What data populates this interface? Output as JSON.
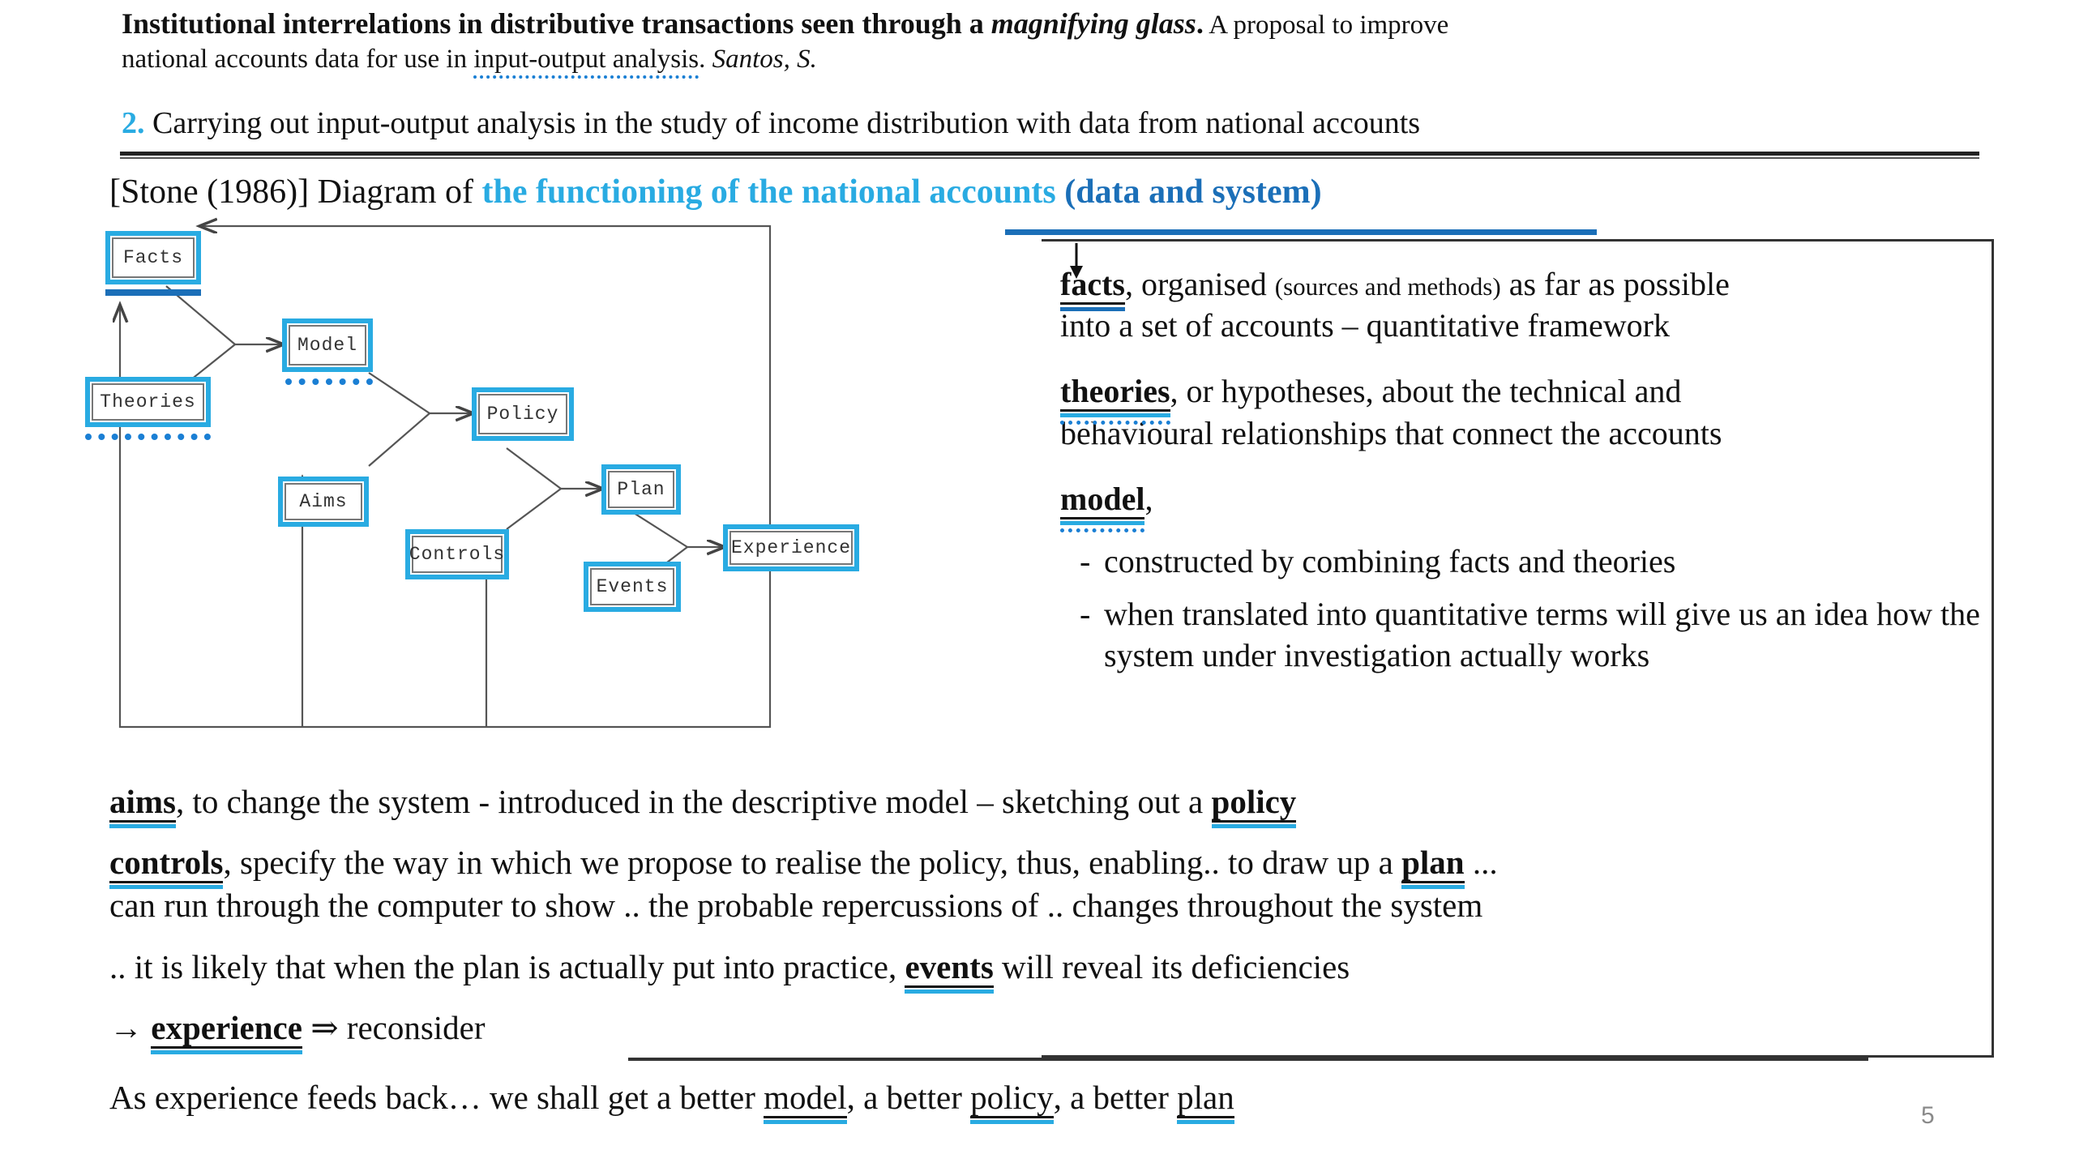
{
  "header": {
    "title_bold": "Institutional interrelations in distributive transactions seen through a ",
    "title_italic": "magnifying glass",
    "title_bold_end": ".",
    "subtitle_a": " A proposal to improve",
    "subtitle_b": "national accounts data for use in ",
    "subtitle_underlined": "input-output analysis",
    "subtitle_c": ". ",
    "author": "Santos, S.",
    "section_number": "2.",
    "section_text": " Carrying out input-output analysis in the study of income distribution with data from national accounts"
  },
  "stone_line": {
    "prefix": "[Stone (1986)] Diagram of ",
    "highlight": "the functioning of the national accounts",
    "highlight_dark": " (data and system)"
  },
  "diagram": {
    "type": "flow-diagram",
    "nodes": [
      {
        "id": "facts",
        "label": "Facts",
        "underline": "solid-blue"
      },
      {
        "id": "model",
        "label": "Model",
        "underline": "dotted-blue"
      },
      {
        "id": "theories",
        "label": "Theories",
        "underline": "dotted-blue"
      },
      {
        "id": "policy",
        "label": "Policy",
        "underline": "none"
      },
      {
        "id": "aims",
        "label": "Aims",
        "underline": "none"
      },
      {
        "id": "plan",
        "label": "Plan",
        "underline": "none"
      },
      {
        "id": "controls",
        "label": "Controls",
        "underline": "none"
      },
      {
        "id": "experience",
        "label": "Experience",
        "underline": "none"
      },
      {
        "id": "events",
        "label": "Events",
        "underline": "none"
      }
    ],
    "edges": [
      {
        "from": "facts",
        "to": "model"
      },
      {
        "from": "theories",
        "to": "model"
      },
      {
        "from": "model",
        "to": "policy"
      },
      {
        "from": "aims",
        "to": "policy"
      },
      {
        "from": "policy",
        "to": "plan"
      },
      {
        "from": "controls",
        "to": "plan"
      },
      {
        "from": "plan",
        "to": "experience"
      },
      {
        "from": "events",
        "to": "experience"
      },
      {
        "from": "experience",
        "to": "facts",
        "kind": "feedback"
      },
      {
        "from": "experience",
        "to": "theories",
        "kind": "feedback"
      },
      {
        "from": "experience",
        "to": "aims",
        "kind": "feedback"
      },
      {
        "from": "experience",
        "to": "controls",
        "kind": "feedback"
      }
    ]
  },
  "panel": {
    "facts_kw": "facts",
    "facts_rest_a": ", organised ",
    "facts_paren": "(sources and methods)",
    "facts_rest_b": " as far as possible",
    "facts_line2": "into a set of accounts – quantitative framework",
    "theories_kw": "theories",
    "theories_rest": ", or hypotheses, about the technical and",
    "theories_line2": "behavioural relationships that connect the accounts",
    "model_kw": "model",
    "model_comma": ",",
    "model_bullet_1": "constructed by combining facts and theories",
    "model_bullet_2": "when translated into quantitative terms will give us an idea how the system under investigation actually works",
    "bullet_marker": "-"
  },
  "bottom": {
    "aims_kw": "aims",
    "aims_rest_a": ", to change the system - introduced in the descriptive model – sketching out a ",
    "aims_policy_kw": "policy",
    "controls_kw": "controls",
    "controls_rest_a": ", specify the way in which we propose to realise the policy, thus, enabling.. to draw up a ",
    "controls_plan_kw": "plan",
    "controls_rest_b": " ...",
    "controls_line2": "can run through the computer to show .. the probable repercussions of .. changes throughout the system",
    "events_pre": ".. it is likely that when the plan is actually put into practice, ",
    "events_kw": "events",
    "events_post": " will reveal its deficiencies",
    "experience_arrow": "→ ",
    "experience_kw": "experience",
    "experience_post": " ⇒ reconsider",
    "last_pre": "As experience feeds back… we shall get a better ",
    "last_model": "model",
    "last_mid1": ", a better ",
    "last_policy": "policy",
    "last_mid2": ", a better ",
    "last_plan": "plan"
  },
  "page_number": "5",
  "colors": {
    "accent_light": "#29ABE2",
    "accent_dark": "#1B6FB8",
    "text": "#111111",
    "pagenum": "#8a8a8a"
  }
}
